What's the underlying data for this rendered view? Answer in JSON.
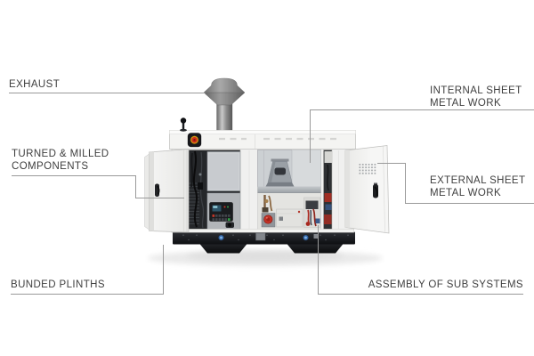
{
  "callouts": {
    "exhaust": {
      "label": "EXHAUST"
    },
    "turned_milled": {
      "line1": "TURNED & MILLED",
      "line2": "COMPONENTS"
    },
    "internal_sheet": {
      "line1": "INTERNAL SHEET",
      "line2": "METAL WORK"
    },
    "external_sheet": {
      "line1": "EXTERNAL SHEET",
      "line2": "METAL WORK"
    },
    "bunded_plinths": {
      "label": "BUNDED PLINTHS"
    },
    "assembly_sub_systems": {
      "label": "ASSEMBLY OF SUB SYSTEMS"
    }
  },
  "colors": {
    "label_text": "#3e3e3e",
    "callout_line": "#9a9a9a",
    "enclosure_white": "#f1f1f0",
    "sheet_metal_gray": "#ccd0d3",
    "plinth_black": "#17181b",
    "estop_red": "#ce2c1a",
    "drain_port_blue": "#3467a8",
    "exhaust_gray": "#8f8f8f"
  }
}
